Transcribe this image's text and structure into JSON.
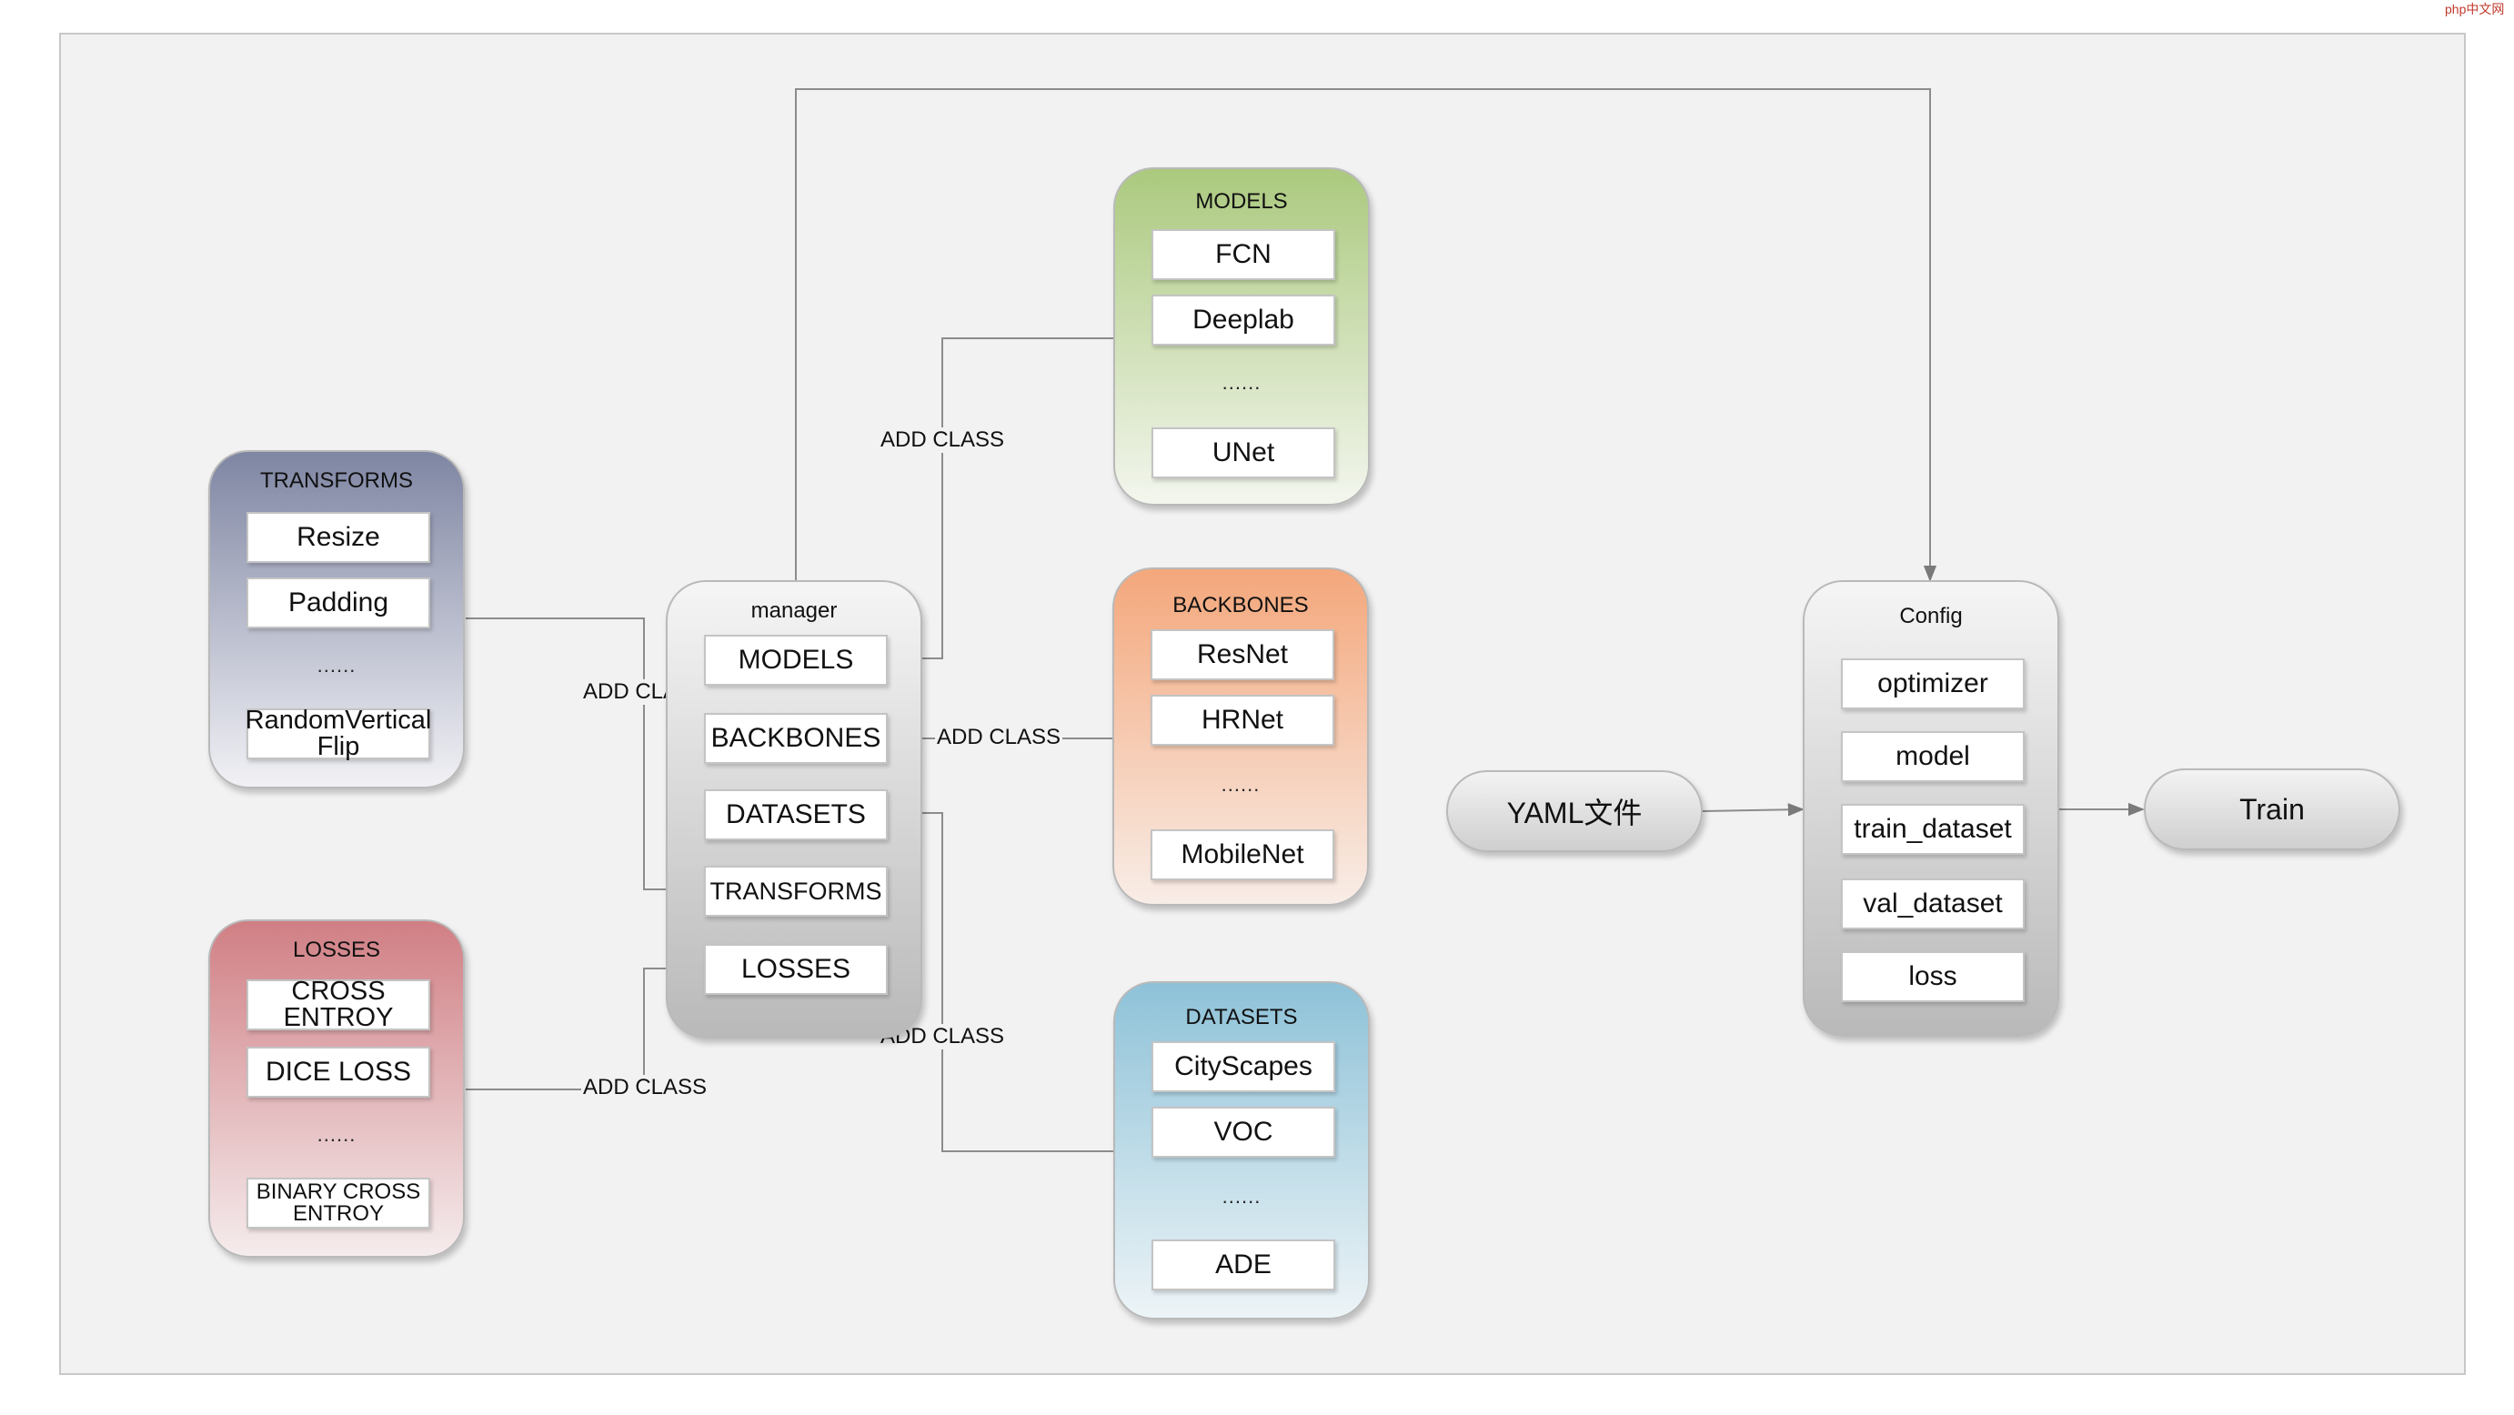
{
  "transforms": {
    "title": "TRANSFORMS",
    "items": [
      "Resize",
      "Padding",
      "RandomVertical Flip"
    ],
    "dots": "......"
  },
  "losses": {
    "title": "LOSSES",
    "items": [
      "CROSS ENTROY",
      "DICE LOSS",
      "BINARY CROSS ENTROY"
    ],
    "dots": "......"
  },
  "manager": {
    "title": "manager",
    "items": [
      "MODELS",
      "BACKBONES",
      "DATASETS",
      "TRANSFORMS",
      "LOSSES"
    ]
  },
  "models": {
    "title": "MODELS",
    "items": [
      "FCN",
      "Deeplab",
      "UNet"
    ],
    "dots": "......"
  },
  "backbones": {
    "title": "BACKBONES",
    "items": [
      "ResNet",
      "HRNet",
      "MobileNet"
    ],
    "dots": "......"
  },
  "datasets": {
    "title": "DATASETS",
    "items": [
      "CityScapes",
      "VOC",
      "ADE"
    ],
    "dots": "......"
  },
  "config": {
    "title": "Config",
    "items": [
      "optimizer",
      "model",
      "train_dataset",
      "val_dataset",
      "loss"
    ]
  },
  "yaml": {
    "label": "YAML文件"
  },
  "train": {
    "label": "Train"
  },
  "edge_label": "ADD CLASS",
  "watermark": "php中文网",
  "colors": {
    "transforms_top": "#7f86a3",
    "transforms_bottom": "#f1f1f5",
    "losses_top": "#d07f84",
    "losses_bottom": "#f5eced",
    "models_top": "#abc97e",
    "models_bottom": "#f3f6ee",
    "backbones_top": "#f4a77b",
    "backbones_bottom": "#f8ede7",
    "datasets_top": "#8ec2d8",
    "datasets_bottom": "#edf4f7",
    "manager_top": "#f5f5f5",
    "manager_bottom": "#b9b9b9",
    "config_top": "#f5f5f5",
    "config_bottom": "#b9b9b9",
    "wire": "#8c8c8c"
  }
}
